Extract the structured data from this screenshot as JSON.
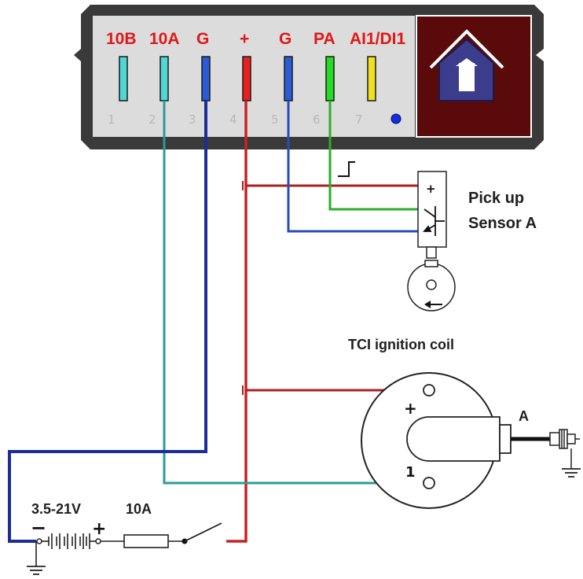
{
  "connector": {
    "pins": [
      {
        "label": "10B",
        "number": "1",
        "color": "#4fd6d6"
      },
      {
        "label": "10A",
        "number": "2",
        "color": "#4fd6d6"
      },
      {
        "label": "G",
        "number": "3",
        "color": "#2a5cd6"
      },
      {
        "label": "+",
        "number": "4",
        "color": "#e82020"
      },
      {
        "label": "G",
        "number": "5",
        "color": "#2a5cd6"
      },
      {
        "label": "PA",
        "number": "6",
        "color": "#22dd22"
      },
      {
        "label": "AI1/DI1",
        "number": "7",
        "color": "#f0e020"
      }
    ],
    "usb_icon": "usb-b-port-icon"
  },
  "sensor": {
    "title_line1": "Pick up",
    "title_line2": "Sensor A",
    "plus_sign": "+"
  },
  "coil": {
    "title": "TCI ignition coil",
    "plus_terminal": "+",
    "terminal_1": "1",
    "output_label": "A"
  },
  "supply": {
    "voltage": "3.5-21V",
    "fuse": "10A",
    "minus_sign": "−",
    "plus_sign": "+"
  },
  "colors": {
    "red_wire": "#cc2020",
    "blue_wire": "#1c2c9c",
    "teal_wire": "#2a9c94",
    "green_wire": "#28b028",
    "box_dark": "#3a3a3a",
    "box_panel": "#dcdcdc",
    "usb_bg": "#5a0a0a"
  }
}
